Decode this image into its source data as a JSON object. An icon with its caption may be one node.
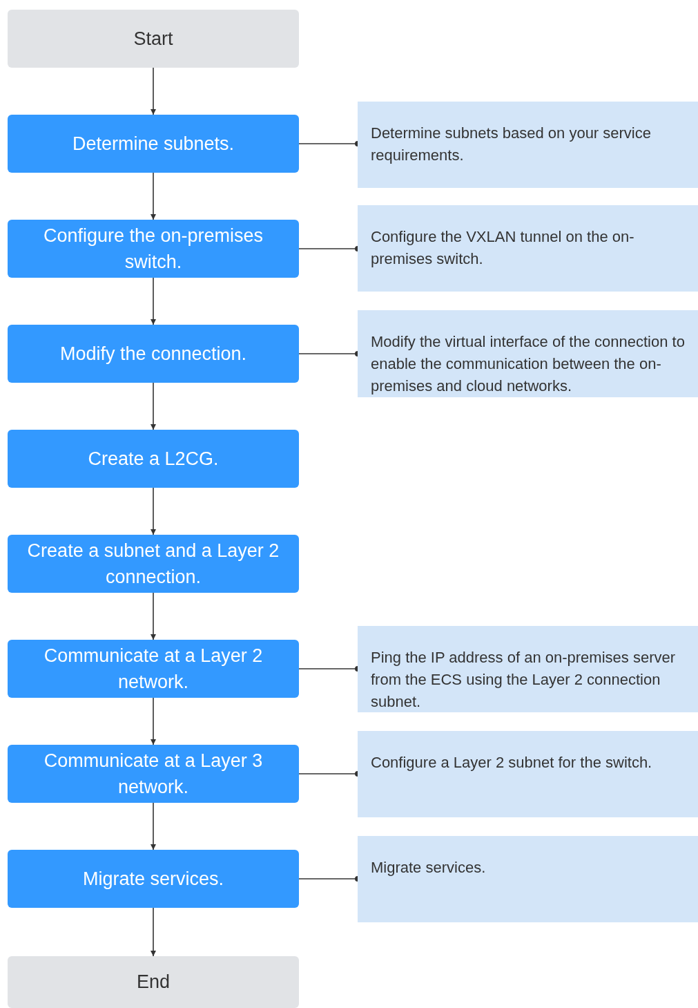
{
  "diagram": {
    "nodes": [
      {
        "text": [
          "Start"
        ]
      },
      {
        "text": [
          "Determine subnets."
        ]
      },
      {
        "text": [
          "Determine subnets based on your service requirements."
        ]
      },
      {
        "text": [
          "Configure the on-premises switch."
        ]
      },
      {
        "text": [
          "Configure the VXLAN tunnel on the on-premises switch."
        ]
      },
      {
        "text": [
          "Modify the connection."
        ]
      },
      {
        "text": [
          "Modify the virtual interface of the connection to enable the communication between the on-premises and cloud networks."
        ]
      },
      {
        "text": [
          "Create a L2CG."
        ]
      },
      {
        "text": [
          "Create a subnet and a Layer 2 connection."
        ]
      },
      {
        "text": [
          "Communicate at a Layer 2 network."
        ]
      },
      {
        "text": [
          "Ping the IP address of an on-premises server from the ECS using the Layer 2 connection subnet."
        ]
      },
      {
        "text": [
          "Communicate at a Layer 3 network."
        ]
      },
      {
        "text": [
          "Configure a Layer 2 subnet for the switch."
        ]
      },
      {
        "text": [
          "Migrate services."
        ]
      },
      {
        "text": [
          "Migrate services."
        ]
      },
      {
        "text": [
          "End"
        ]
      }
    ],
    "edges": [
      {
        "from": 0,
        "to": 1,
        "arrow": "to"
      },
      {
        "from": 1,
        "to": 3,
        "arrow": "to"
      },
      {
        "from": 3,
        "to": 5,
        "arrow": "to"
      },
      {
        "from": 5,
        "to": 7,
        "arrow": "to"
      },
      {
        "from": 7,
        "to": 8,
        "arrow": "to"
      },
      {
        "from": 8,
        "to": 9,
        "arrow": "to"
      },
      {
        "from": 9,
        "to": 11,
        "arrow": "to"
      },
      {
        "from": 11,
        "to": 13,
        "arrow": "to"
      },
      {
        "from": 13,
        "to": 15,
        "arrow": "to"
      },
      {
        "from": 1,
        "to": 2,
        "arrow": "other"
      },
      {
        "from": 3,
        "to": 4,
        "arrow": "other"
      },
      {
        "from": 5,
        "to": 6,
        "arrow": "other"
      },
      {
        "from": 9,
        "to": 10,
        "arrow": "other"
      },
      {
        "from": 11,
        "to": 12,
        "arrow": "other"
      },
      {
        "from": 13,
        "to": 14,
        "arrow": "other"
      }
    ]
  }
}
